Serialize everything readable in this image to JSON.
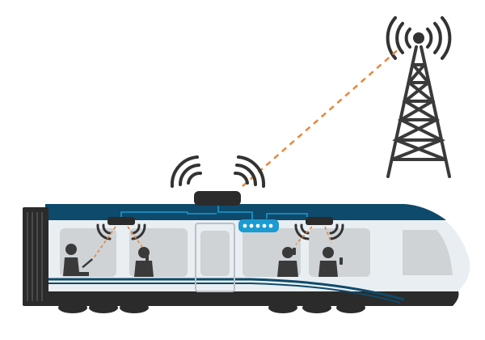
{
  "diagram": {
    "nodes": [
      {
        "name": "cell-tower",
        "icon": "cell-tower-icon"
      },
      {
        "name": "roof-antenna",
        "icon": "antenna-icon"
      },
      {
        "name": "onboard-router",
        "icon": "router-icon"
      },
      {
        "name": "cabin-access-point-left",
        "icon": "access-point-icon"
      },
      {
        "name": "cabin-access-point-right",
        "icon": "access-point-icon"
      },
      {
        "name": "passenger-laptop",
        "icon": "laptop-user-icon"
      },
      {
        "name": "passenger-phone-1",
        "icon": "phone-user-icon"
      },
      {
        "name": "passenger-phone-2",
        "icon": "phone-user-icon"
      },
      {
        "name": "passenger-phone-3",
        "icon": "phone-user-icon"
      }
    ],
    "links": [
      {
        "from": "roof-antenna",
        "to": "cell-tower",
        "style": "dashed"
      },
      {
        "from": "roof-antenna",
        "to": "onboard-router",
        "style": "solid"
      },
      {
        "from": "onboard-router",
        "to": "cabin-access-point-left",
        "style": "solid"
      },
      {
        "from": "onboard-router",
        "to": "cabin-access-point-right",
        "style": "solid"
      },
      {
        "from": "cabin-access-point-left",
        "to": "passenger-laptop",
        "style": "dashed"
      },
      {
        "from": "cabin-access-point-left",
        "to": "passenger-phone-1",
        "style": "dashed"
      },
      {
        "from": "cabin-access-point-right",
        "to": "passenger-phone-2",
        "style": "dashed"
      },
      {
        "from": "cabin-access-point-right",
        "to": "passenger-phone-3",
        "style": "dashed"
      }
    ]
  },
  "colors": {
    "train_body": "#e9eef2",
    "train_stripe": "#0d4a6b",
    "train_dark": "#2b2b2b",
    "window": "#cfd3d6",
    "frame": "#3a3a3a",
    "signal": "#333333",
    "link_dashed": "#e8863a",
    "cable": "#1b9bd0",
    "router": "#1b9bd0",
    "person": "#3a3a3a"
  }
}
